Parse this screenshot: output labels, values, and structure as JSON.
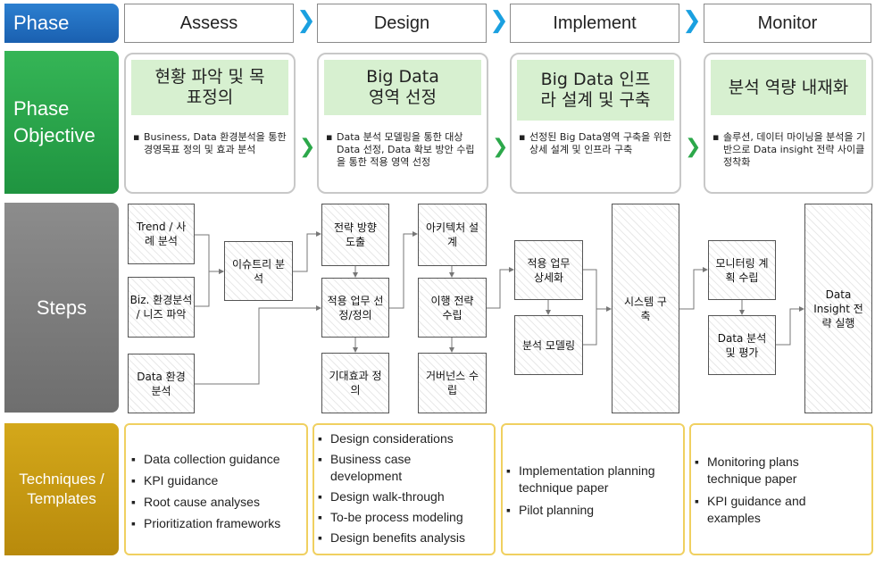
{
  "rows": {
    "phase": "Phase",
    "objective": "Phase Objective",
    "steps": "Steps",
    "techniques": "Techniques / Templates"
  },
  "phases": [
    "Assess",
    "Design",
    "Implement",
    "Monitor"
  ],
  "objectives": [
    {
      "title": "현황 파악 및 목표정의",
      "text": "Business, Data 환경분석을 통한 경영목표 정의 및 효과 분석"
    },
    {
      "title": "Big Data 영역 선정",
      "text": "Data 분석 모델링을 통한 대상 Data 선정, Data 확보 방안 수립을 통한 적용 영역 선정"
    },
    {
      "title": "Big Data 인프라 설계 및 구축",
      "text": "선정된 Big Data영역 구축을 위한 상세 설계 및 인프라 구축"
    },
    {
      "title": "분석 역량 내재화",
      "text": "솔루션, 데이터 마이닝을 분석을 기반으로 Data insight 전략 사이클 정착화"
    }
  ],
  "steps": {
    "trend": "Trend / 사례 분석",
    "biz": "Biz. 환경분석 / 니즈 파악",
    "data_env": "Data 환경분석",
    "issue_tree": "이슈트리 분석",
    "strategy": "전략 방향 도출",
    "select": "적용 업무 선정/정의",
    "expected": "기대효과 정의",
    "architecture": "아키텍처 설계",
    "migration": "이행 전략 수립",
    "governance": "거버넌스 수립",
    "detail": "적용 업무 상세화",
    "modeling": "분석 모델링",
    "system": "시스템 구축",
    "monitor_plan": "모니터링 계획 수립",
    "evaluate": "Data 분석 및 평가",
    "insight": "Data Insight 전략 실행"
  },
  "techniques": [
    [
      "Data collection guidance",
      "KPI guidance",
      "Root cause analyses",
      "Prioritization frameworks"
    ],
    [
      "Design considerations",
      "Business case development",
      "Design walk-through",
      "To-be process modeling",
      "Design benefits analysis"
    ],
    [
      "Implementation planning technique paper",
      "Pilot planning"
    ],
    [
      "Monitoring plans technique paper",
      "KPI guidance and examples"
    ]
  ],
  "colors": {
    "phase_blue": "#1f6fc0",
    "objective_green": "#2aa54a",
    "steps_gray": "#7f7f7f",
    "techniques_gold": "#c79a12",
    "chevron_blue": "#1aa0e0"
  }
}
